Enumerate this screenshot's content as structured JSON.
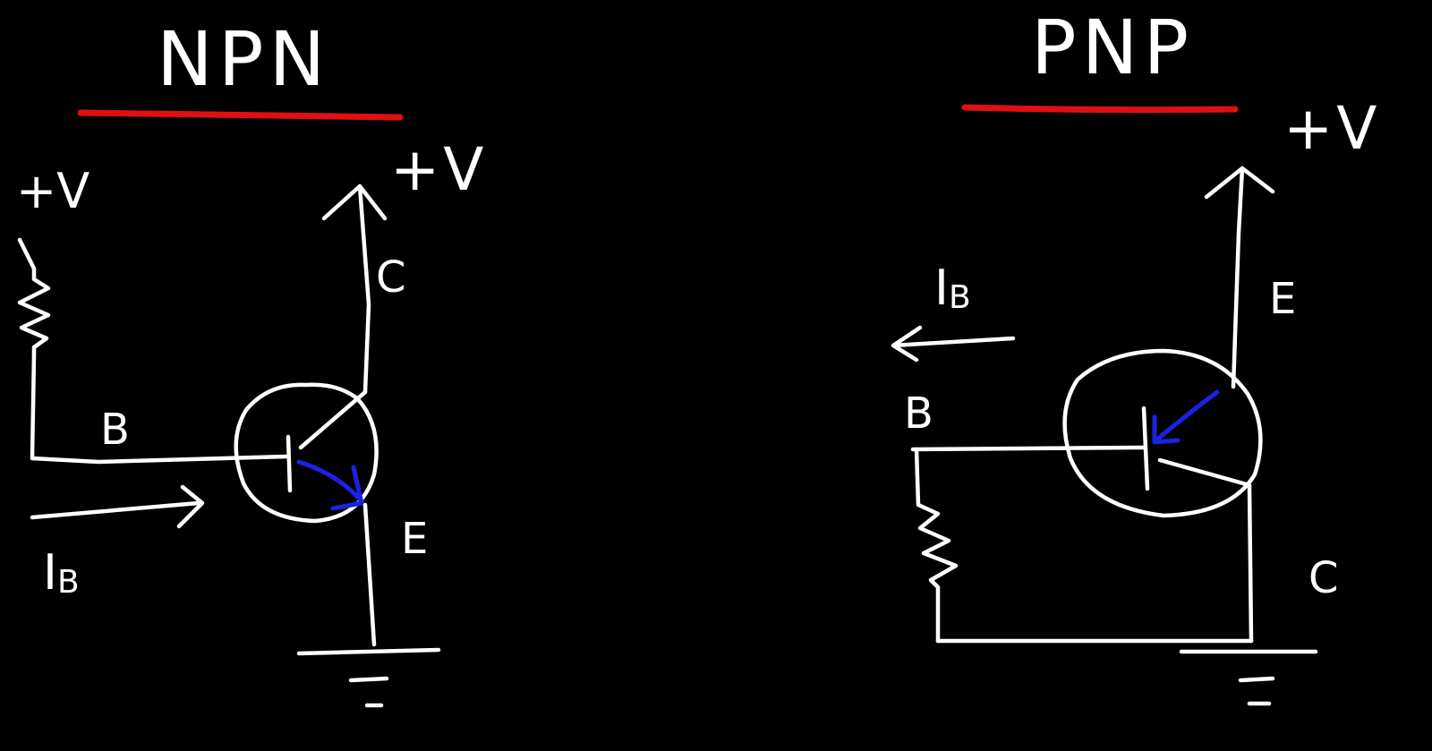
{
  "npn": {
    "title": "NPN",
    "supply_left": "+V",
    "supply_right": "+V",
    "collector": "C",
    "base": "B",
    "emitter": "E",
    "base_current": "I",
    "base_current_sub": "B"
  },
  "pnp": {
    "title": "PNP",
    "supply": "+V",
    "emitter": "E",
    "base": "B",
    "collector": "C",
    "base_current": "I",
    "base_current_sub": "B"
  },
  "colors": {
    "background": "#000000",
    "ink": "#ffffff",
    "underline": "#e01010",
    "emitter_arrow": "#1a22e6"
  }
}
